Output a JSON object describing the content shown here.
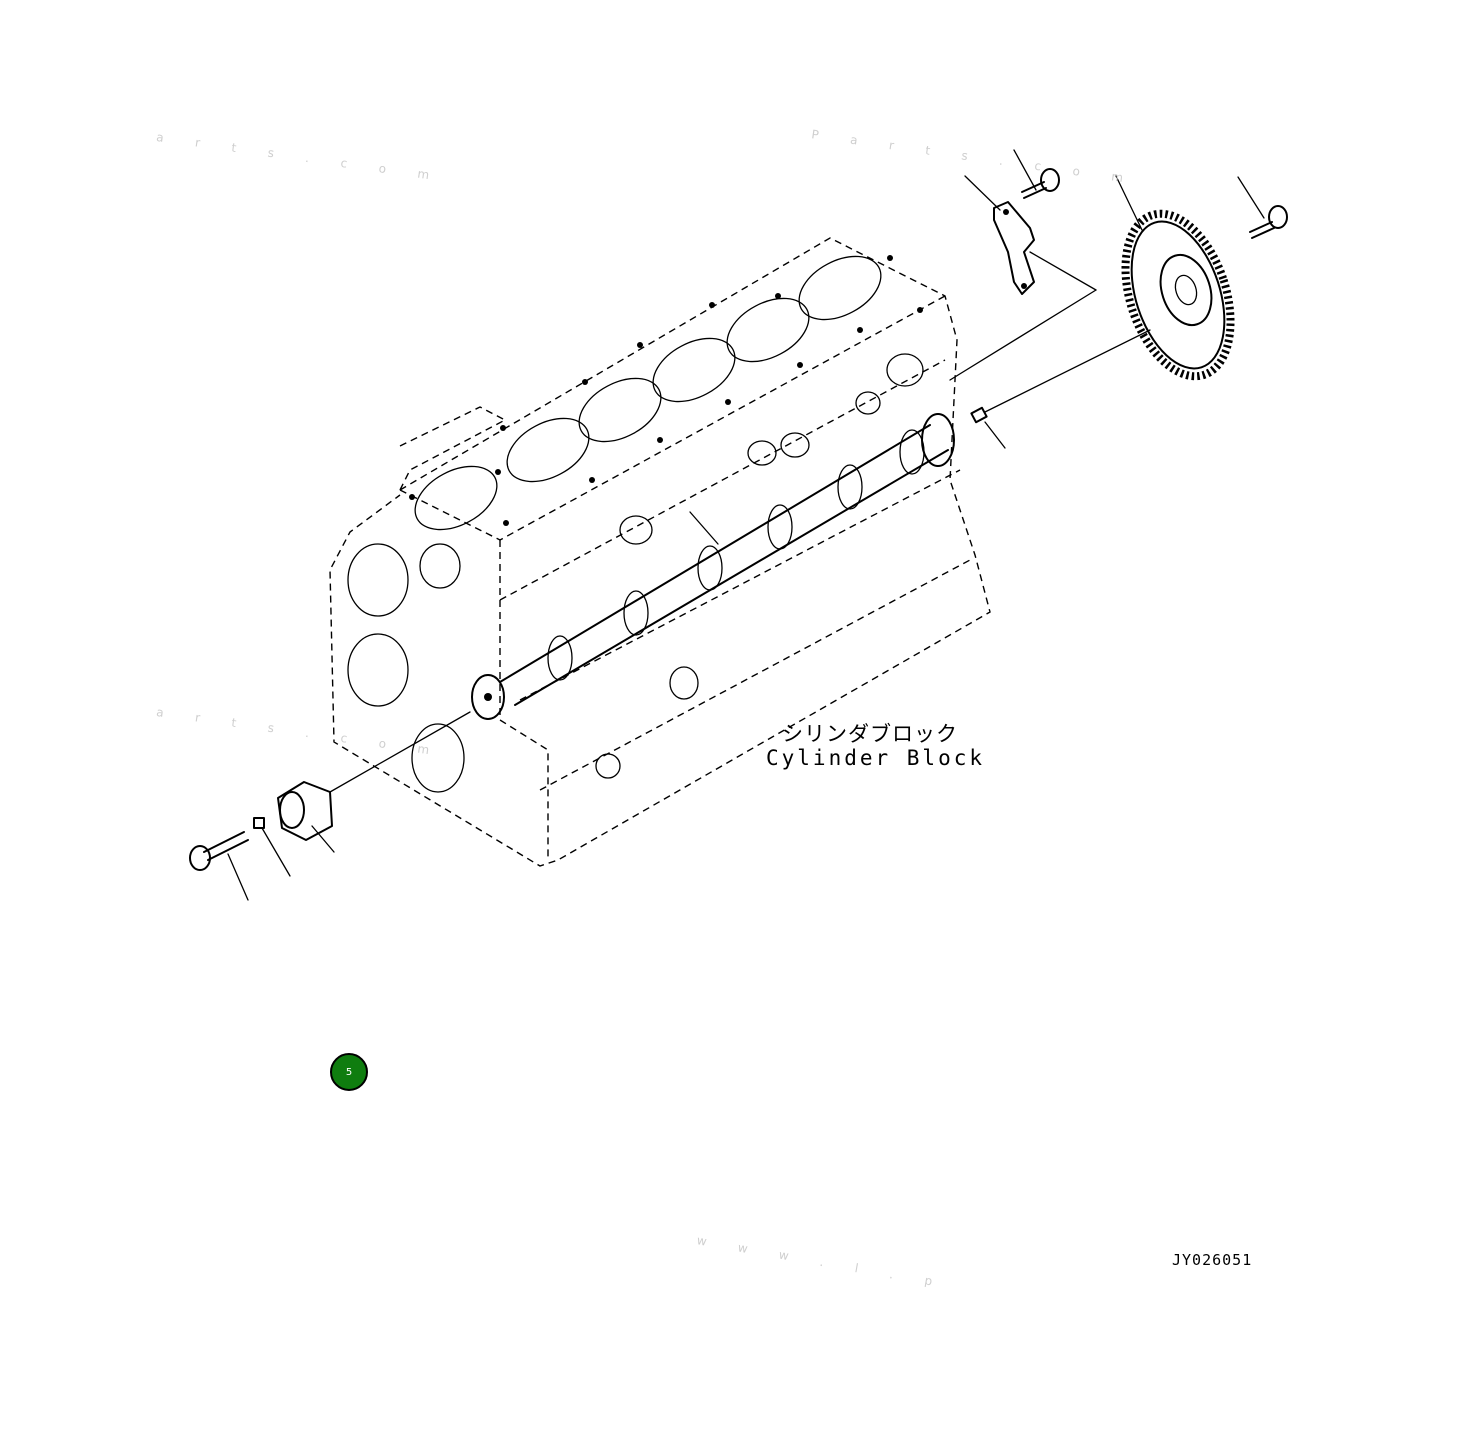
{
  "diagram": {
    "label_jp": "シリンダブロック",
    "label_en": "Cylinder Block",
    "drawing_code": "JY026051",
    "callout_number": "5",
    "callout_color": "#0f7d0f",
    "watermarks": [
      "a r t s . c o m",
      "P a r t s . c o m",
      "a r t s . c o m",
      "w w w . l . p"
    ]
  }
}
